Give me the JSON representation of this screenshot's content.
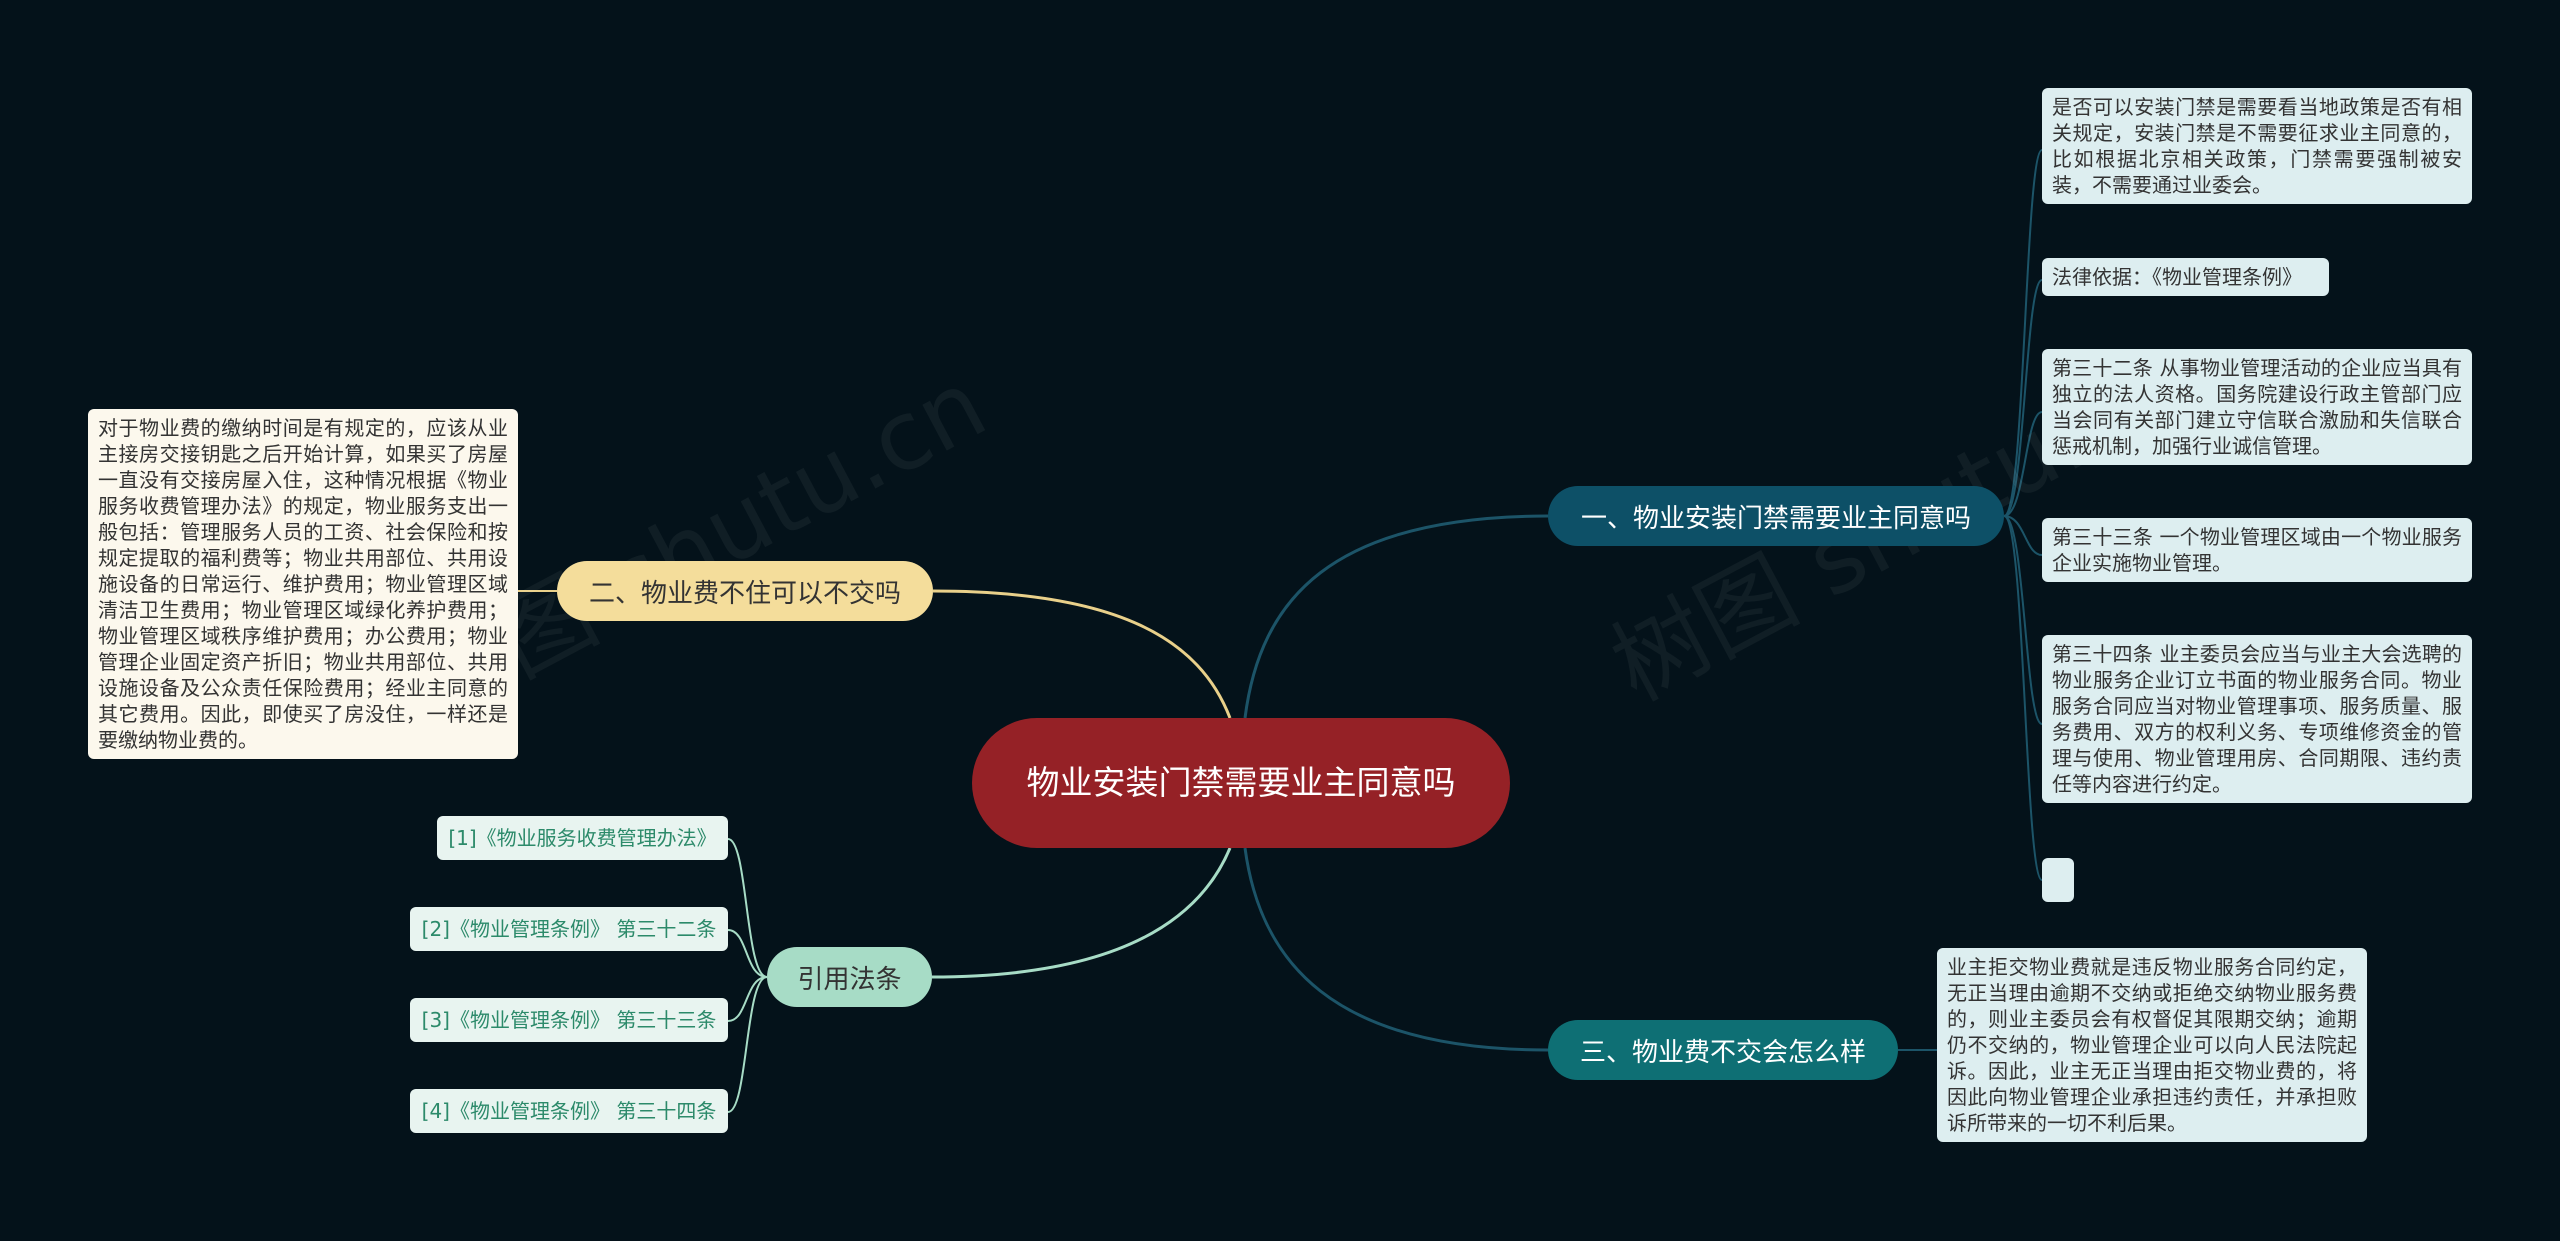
{
  "center": {
    "title": "物业安装门禁需要业主同意吗"
  },
  "branches": {
    "b1": {
      "label": "一、物业安装门禁需要业主同意吗",
      "leaves": [
        "是否可以安装门禁是需要看当地政策是否有相关规定，安装门禁是不需要征求业主同意的，比如根据北京相关政策，门禁需要强制被安装，不需要通过业委会。",
        "法律依据：《物业管理条例》",
        "第三十二条 从事物业管理活动的企业应当具有独立的法人资格。国务院建设行政主管部门应当会同有关部门建立守信联合激励和失信联合惩戒机制，加强行业诚信管理。",
        "第三十三条 一个物业管理区域由一个物业服务企业实施物业管理。",
        "第三十四条 业主委员会应当与业主大会选聘的物业服务企业订立书面的物业服务合同。物业服务合同应当对物业管理事项、服务质量、服务费用、双方的权利义务、专项维修资金的管理与使用、物业管理用房、合同期限、违约责任等内容进行约定。",
        ""
      ]
    },
    "b2": {
      "label": "二、物业费不住可以不交吗",
      "leaf": "对于物业费的缴纳时间是有规定的，应该从业主接房交接钥匙之后开始计算，如果买了房屋一直没有交接房屋入住，这种情况根据《物业服务收费管理办法》的规定，物业服务支出一般包括：管理服务人员的工资、社会保险和按规定提取的福利费等；物业共用部位、共用设施设备的日常运行、维护费用；物业管理区域清洁卫生费用；物业管理区域绿化养护费用；物业管理区域秩序维护费用；办公费用；物业管理企业固定资产折旧；物业共用部位、共用设施设备及公众责任保险费用；经业主同意的其它费用。因此，即使买了房没住，一样还是要缴纳物业费的。"
    },
    "b3": {
      "label": "三、物业费不交会怎么样",
      "leaf": "业主拒交物业费就是违反物业服务合同约定，无正当理由逾期不交纳或拒绝交纳物业服务费的，则业主委员会有权督促其限期交纳；逾期仍不交纳的，物业管理企业可以向人民法院起诉。因此，业主无正当理由拒交物业费的，将因此向物业管理企业承担违约责任，并承担败诉所带来的一切不利后果。"
    },
    "b4": {
      "label": "引用法条",
      "refs": [
        "[1]《物业服务收费管理办法》",
        "[2]《物业管理条例》 第三十二条",
        "[3]《物业管理条例》 第三十三条",
        "[4]《物业管理条例》 第三十四条"
      ]
    }
  },
  "watermarks": [
    "树图 shutu.cn",
    "树图 shutu.cn"
  ],
  "colors": {
    "background": "#04121a",
    "center": "#952126",
    "branch1": "#0d5067",
    "branch2": "#f4dd9b",
    "branch3": "#0e6f74",
    "branch4": "#a7dcc6"
  }
}
